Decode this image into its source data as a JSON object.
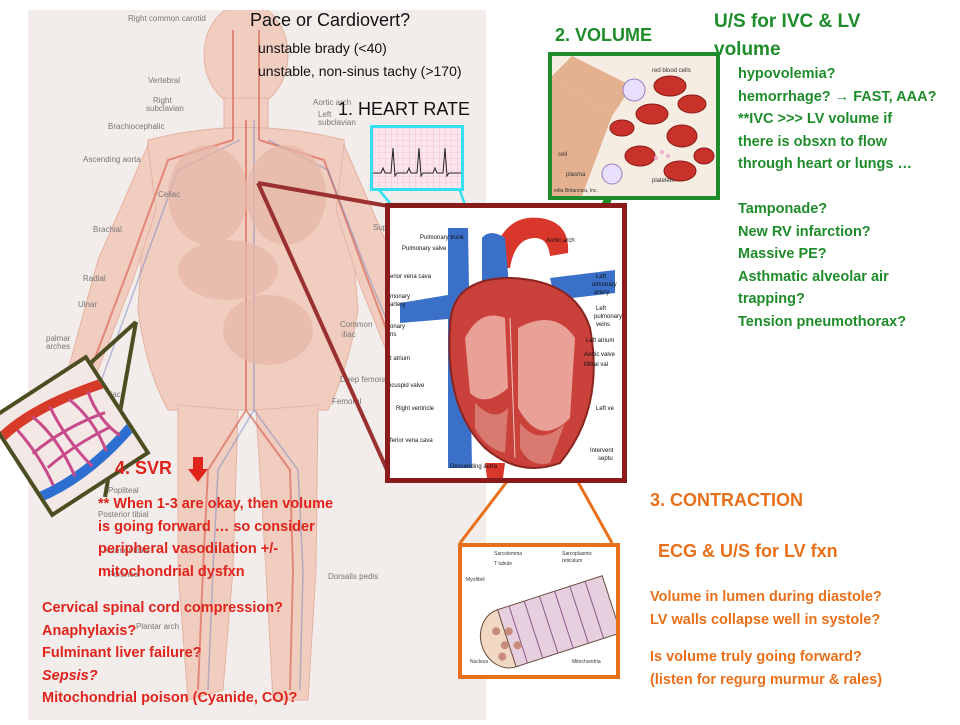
{
  "pace": {
    "title": "Pace or Cardiovert?",
    "line1": "unstable brady (<40)",
    "line2": "unstable, non-sinus tachy (>170)"
  },
  "heart_rate": {
    "label": "1. HEART RATE"
  },
  "volume": {
    "label": "2. VOLUME"
  },
  "us_ivc": {
    "title_line1": "U/S for  IVC & LV",
    "title_line2": "volume",
    "items": [
      "hypovolemia?",
      "hemorrhage? → FAST, AAA?",
      "**IVC >>> LV volume if",
      "there is obsxn to flow",
      "through heart or lungs …",
      "",
      "Tamponade?",
      "New RV infarction?",
      "Massive PE?",
      "Asthmatic alveolar air",
      "trapping?",
      "Tension pneumothorax?"
    ]
  },
  "contraction": {
    "label": "3. CONTRACTION",
    "subtitle": "ECG & U/S for LV fxn",
    "items": [
      "Volume in lumen during diastole?",
      "LV walls collapse well in systole?",
      "",
      "Is volume truly going forward?",
      "(listen for regurg murmur & rales)"
    ]
  },
  "svr": {
    "label": "4.  SVR",
    "note": [
      "** When 1-3 are okay, then volume",
      "is going forward … so consider",
      "peripheral vasodilation +/-",
      "mitochondrial dysfxn"
    ],
    "causes": [
      "Cervical spinal cord compression?",
      "Anaphylaxis?",
      "Fulminant liver failure?",
      "Sepsis?",
      "Mitochondrial poison (Cyanide, CO)?"
    ]
  },
  "anatomy_labels": {
    "right_common_carotid": "Right common carotid",
    "vertebral": "Vertebral",
    "right_subclavian": "Right",
    "right_subclavian2": "subclavian",
    "brachiocephalic": "Brachiocephalic",
    "ascending_aorta": "Ascending aorta",
    "celiac": "Celiac",
    "brachial": "Brachial",
    "radial": "Radial",
    "ulnar": "Ulnar",
    "palmar": "palmar",
    "arches": "arches",
    "internal_iliac": "Internal iliac",
    "common_iliac": "Common",
    "iliac": "iliac",
    "deep_femoral": "Deep femoral",
    "femoral": "Femoral",
    "popliteal": "Popliteal",
    "posterior_tibial": "Posterior tibial",
    "anterior_tibial": "Anterior tibial",
    "peroneal": "Peroneal",
    "dorsalis_pedis": "Dorsalis pedis",
    "plantar_arch": "Plantar arch",
    "aortic_arch": "Aortic arch",
    "left_subclavian": "Left",
    "left_subclavian2": "subclavian",
    "sup": "Sup"
  },
  "heart_labels": {
    "pulmonary_trunk": "Pulmonary trunk",
    "aortic_arch": "Aortic arch",
    "pulmonary_valve": "Pulmonary valve",
    "superior_vena_cava": "erior vena cava",
    "pulmonary_artery": "monary",
    "artery": "artery",
    "left_pulmonary_artery": "Left",
    "left_pulm2": "ulmonary",
    "left_pulm3": "artery",
    "left_pulmonary_veins": "Left",
    "left_pulmonary_veins2": "pulmonary",
    "left_pulmonary_veins3": "veins",
    "pulmonary_veins": "onary",
    "veins": "ns",
    "right_atrium": "t atrium",
    "left_atrium": "Left atrium",
    "aortic_valve": "Aortic valve",
    "mitral_valve": "Mitral val",
    "tricuspid_valve": "icuspid valve",
    "right_ventricle": "Right ventricle",
    "left_ventricle": "Left ve",
    "inferior_vena_cava": "ferior vena cava",
    "descending_aorta": "Descending aorta",
    "interventricular": "Intervent",
    "septum": "septu"
  },
  "blood_labels": {
    "red_blood_cells": "red blood cells",
    "cell": "cell",
    "plasma": "plasma",
    "platelets": "platelets",
    "credit": "edia Britannica, Inc."
  },
  "muscle_labels": {
    "l1": "Sarcolemma",
    "l2": "T tubule",
    "l3": "Sarcoplasmic",
    "l4": "reticulum",
    "l5": "Myofibril",
    "l6": "Nucleus",
    "l7": "Mitochondria"
  },
  "colors": {
    "heart_frame": "#8b1a1a",
    "heart_rate_frame": "#33e0f0",
    "volume_frame": "#1e8c2a",
    "contraction_frame": "#e8701a",
    "svr_frame": "#4d4d22",
    "svr_text": "#e0241c",
    "green_text": "#1e8c2a",
    "orange_text": "#e8701a"
  },
  "icons": {
    "svr_arrow": "red-down-arrow-icon"
  }
}
